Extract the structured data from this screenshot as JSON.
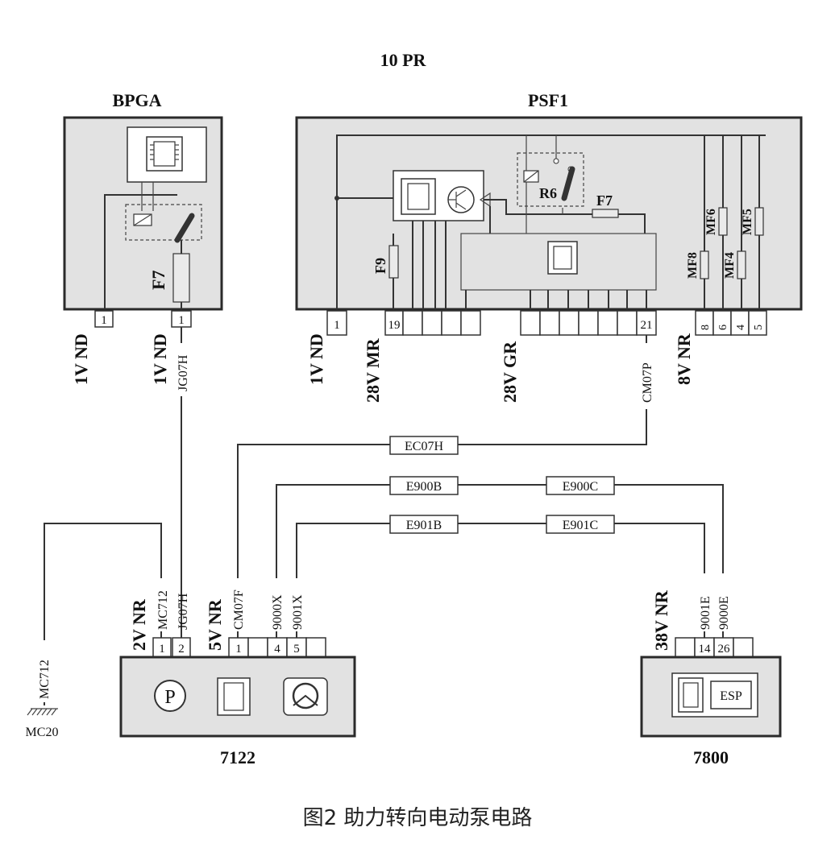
{
  "top_label": "10 PR",
  "modules": {
    "bpga": {
      "name": "BPGA",
      "fuse": "F7"
    },
    "psf1": {
      "name": "PSF1",
      "fuses": [
        "F9",
        "F7",
        "MF8",
        "MF6",
        "MF4",
        "MF5"
      ],
      "resistor": "R6"
    },
    "m7122": {
      "name": "7122"
    },
    "m7800": {
      "name": "7800",
      "badge": "ESP"
    }
  },
  "connectors": [
    {
      "id": "bpga_c1",
      "label": "1V ND",
      "pins": [
        "1"
      ]
    },
    {
      "id": "bpga_c2",
      "label": "1V ND",
      "pins": [
        "1"
      ]
    },
    {
      "id": "psf_c1",
      "label": "1V ND",
      "pins": [
        "1"
      ]
    },
    {
      "id": "psf_c2",
      "label": "28V MR",
      "pins": [
        "19",
        "",
        "",
        "",
        ""
      ]
    },
    {
      "id": "psf_c3",
      "label": "28V GR",
      "pins": [
        "",
        "",
        "",
        "",
        "",
        "",
        "",
        "21"
      ]
    },
    {
      "id": "psf_c4",
      "label": "8V NR",
      "pins": [
        "8",
        "6",
        "4",
        "5"
      ]
    },
    {
      "id": "m7122_c1",
      "label": "2V NR",
      "pins": [
        "1",
        "2"
      ]
    },
    {
      "id": "m7122_c2",
      "label": "5V NR",
      "pins": [
        "1",
        "",
        "4",
        "5",
        ""
      ]
    },
    {
      "id": "m7800_c1",
      "label": "38V NR",
      "pins": [
        "",
        "14",
        "26",
        ""
      ]
    }
  ],
  "wires": {
    "jg07h_top": "JG07H",
    "jg07h_bot": "JG07H",
    "cm07p": "CM07P",
    "cm07f": "CM07F",
    "mc712_a": "MC712",
    "mc712_b": "MC712",
    "ground": "MC20",
    "w9000x": "9000X",
    "w9001x": "9001X",
    "w9001e": "9001E",
    "w9000e": "9000E"
  },
  "splices": {
    "ec07h": "EC07H",
    "e900b": "E900B",
    "e900c": "E900C",
    "e901b": "E901B",
    "e901c": "E901C"
  },
  "caption": "图2  助力转向电动泵电路"
}
